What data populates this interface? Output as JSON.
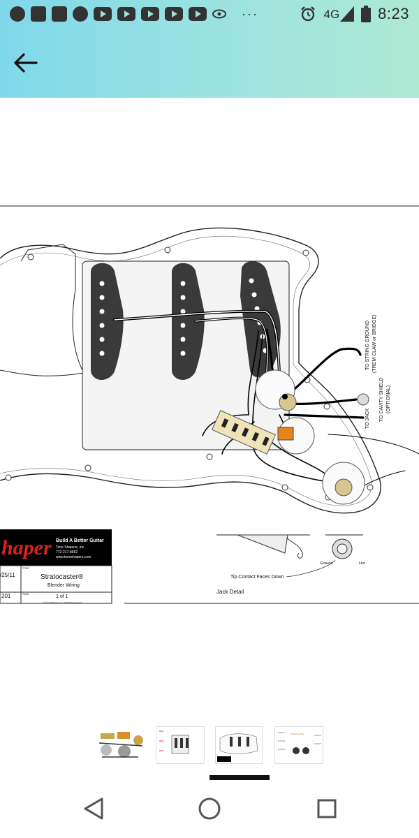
{
  "status_bar": {
    "network": "4G",
    "time": "8:23",
    "overflow": "···",
    "icons": [
      "messenger-icon",
      "news-icon",
      "phone-sync-icon",
      "pinterest-icon",
      "youtube-icon",
      "youtube-icon",
      "youtube-icon",
      "youtube-icon",
      "youtube-icon",
      "eye-icon",
      "alarm-icon",
      "signal-icon",
      "battery-icon"
    ]
  },
  "app_bar": {
    "back_icon": "arrow-left-icon"
  },
  "diagram": {
    "labels": {
      "string_ground": "TO STRING GROUND",
      "string_ground_sub": "(TREM CLAW or BRIDGE)",
      "cavity_shield": "TO CAVITY SHIELD",
      "cavity_shield_sub": "(OPTIONAL)",
      "to_jack": "TO JACK",
      "tip_contact": "Tip Contact Faces Down",
      "ground": "Ground",
      "hot": "Hot",
      "jack_detail": "Jack Detail"
    },
    "title_block": {
      "logo": "haper",
      "tagline": "Build A Better Guitar",
      "company": "Tone Shapers, Inc.",
      "phone": "772-217-8662",
      "website": "www.toneshapers.com",
      "date": "/25/11",
      "title_tag": "TITLE",
      "title": "Stratocaster®",
      "subtitle": "Blender Wiring",
      "drawing_no": "201",
      "page_tag": "PAGE",
      "page": "1 of 1",
      "copyright": "© Tone Shapers, Inc.  All Rights Reserved"
    }
  },
  "thumbnails": [
    "wired-assembly-photo",
    "strat-wiring-diagram",
    "blender-wiring-diagram",
    "fender-wiring-sheet"
  ],
  "nav": {
    "back": "back-triangle-icon",
    "home": "home-circle-icon",
    "recents": "recents-square-icon"
  }
}
